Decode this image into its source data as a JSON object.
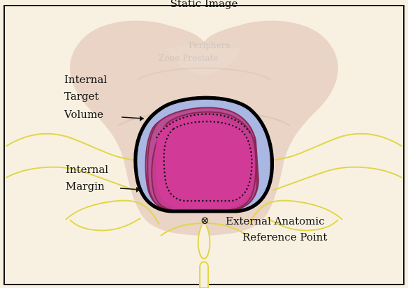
{
  "diagram": {
    "top_title": "Static Image",
    "labels": {
      "itv": [
        "Internal",
        "Target",
        "Volume"
      ],
      "im": [
        "Internal",
        "Margin"
      ],
      "earp": [
        "External Anatomic",
        "Reference Point"
      ]
    },
    "symbols": {
      "reference_marker": "⊗"
    },
    "background_text": {
      "ghost_1": "Periphera",
      "ghost_2": "Zone Prostate"
    },
    "colors": {
      "background": "#f8f1e1",
      "anatomy_fill": "#e8d2c3",
      "bone_outline": "#e2d54a",
      "margin_fill": "#a9b7e3",
      "target_fill": "#c43d8f",
      "target_outline": "#8a2454",
      "black": "#000000"
    }
  }
}
